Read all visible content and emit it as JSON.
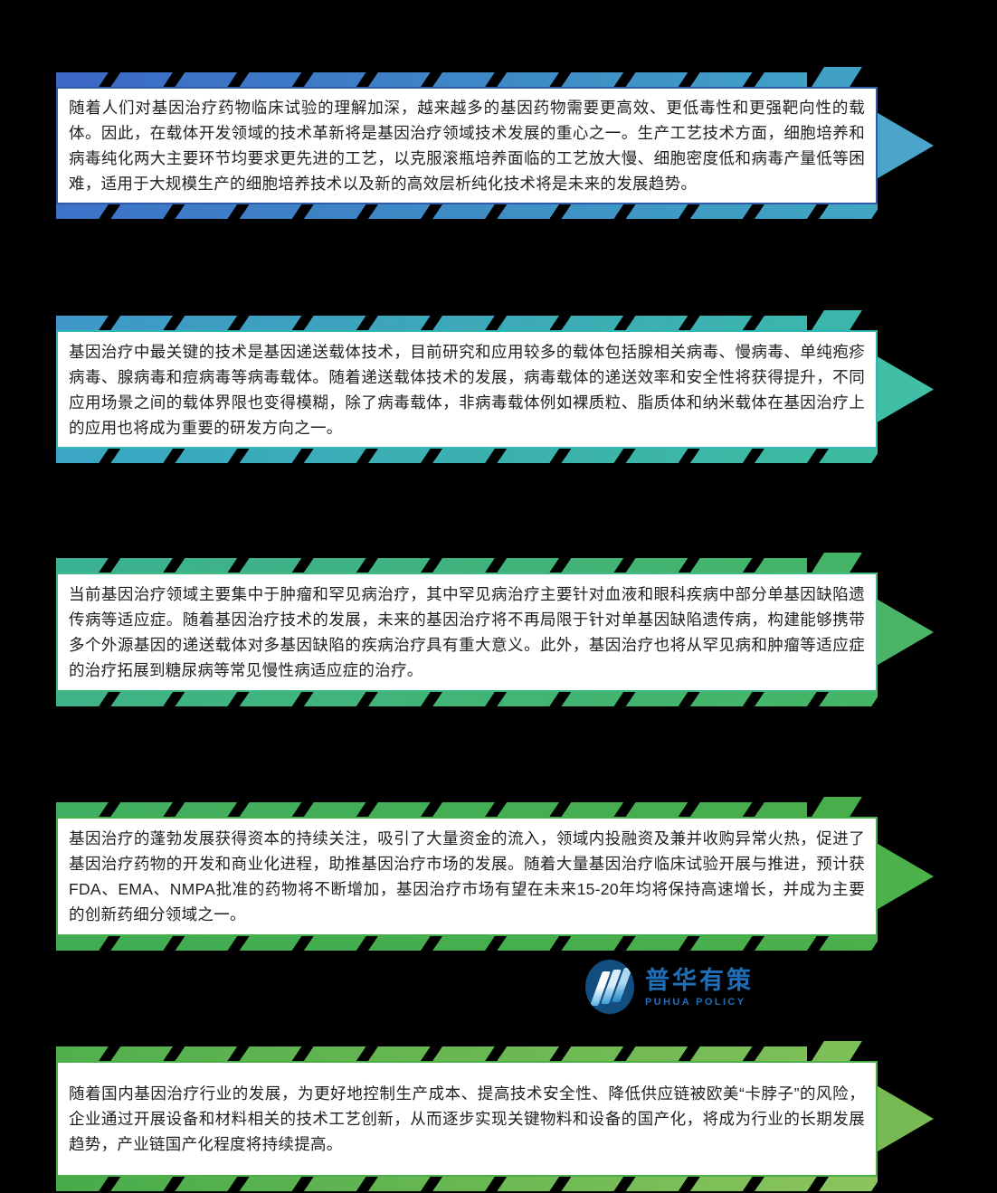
{
  "page": {
    "background": "#000000"
  },
  "logo": {
    "name_cn": "普华有策",
    "name_en": "PUHUA POLICY",
    "mark_color": "#124E80",
    "text_color": "#1F6EB8"
  },
  "sections": [
    {
      "text": "随着人们对基因治疗药物临床试验的理解加深，越来越多的基因药物需要更高效、更低毒性和更强靶向性的载体。因此，在载体开发领域的技术革新将是基因治疗领域技术发展的重心之一。生产工艺技术方面，细胞培养和病毒纯化两大主要环节均要求更先进的工艺，以克服滚瓶培养面临的工艺放大慢、细胞密度低和病毒产量低等困难，适用于大规模生产的细胞培养技术以及新的高效层析纯化技术将是未来的发展趋势。",
      "colors": {
        "border": "#2F5BA8",
        "arrow": "#4BA4C9",
        "stripe_top_from": "#3C68C6",
        "stripe_top_to": "#40A0C6",
        "stripe_bottom_from": "#3D72C8",
        "stripe_bottom_to": "#3FA6C2"
      }
    },
    {
      "text": "基因治疗中最关键的技术是基因递送载体技术，目前研究和应用较多的载体包括腺相关病毒、慢病毒、单纯疱疹病毒、腺病毒和痘病毒等病毒载体。随着递送载体技术的发展，病毒载体的递送效率和安全性将获得提升，不同应用场景之间的载体界限也变得模糊，除了病毒载体，非病毒载体例如裸质粒、脂质体和纳米载体在基因治疗上的应用也将成为重要的研发方向之一。",
      "colors": {
        "border": "#30B6B4",
        "arrow": "#40BFA6",
        "stripe_top_from": "#3E97C8",
        "stripe_top_to": "#3BB6AC",
        "stripe_bottom_from": "#3AA5C4",
        "stripe_bottom_to": "#3CBB9E"
      }
    },
    {
      "text": "当前基因治疗领域主要集中于肿瘤和罕见病治疗，其中罕见病治疗主要针对血液和眼科疾病中部分单基因缺陷遗传病等适应症。随着基因治疗技术的发展，未来的基因治疗将不再局限于针对单基因缺陷遗传病，构建能够携带多个外源基因的递送载体对多基因缺陷的疾病治疗具有重大意义。此外，基因治疗也将从罕见病和肿瘤等适应症的治疗拓展到糖尿病等常见慢性病适应症的治疗。",
      "colors": {
        "border": "#41B983",
        "arrow": "#4CB466",
        "stripe_top_from": "#3BB195",
        "stripe_top_to": "#43B468",
        "stripe_bottom_from": "#3DB388",
        "stripe_bottom_to": "#45B564"
      }
    },
    {
      "text": "基因治疗的蓬勃发展获得资本的持续关注，吸引了大量资金的流入，领域内投融资及兼并收购异常火热，促进了基因治疗药物的开发和商业化进程，助推基因治疗市场的发展。随着大量基因治疗临床试验开展与推进，预计获FDA、EMA、NMPA批准的药物将不断增加，基因治疗市场有望在未来15-20年均将保持高速增长，并成为主要的创新药细分领域之一。",
      "colors": {
        "border": "#43B04C",
        "arrow": "#4DB14B",
        "stripe_top_from": "#40AF62",
        "stripe_top_to": "#48AE4C",
        "stripe_bottom_from": "#41AC53",
        "stripe_bottom_to": "#4BAF4B"
      }
    },
    {
      "text": "随着国内基因治疗行业的发展，为更好地控制生产成本、提高技术安全性、降低供应链被欧美“卡脖子”的风险，企业通过开展设备和材料相关的技术工艺创新，从而逐步实现关键物料和设备的国产化，将成为行业的长期发展趋势，产业链国产化程度将持续提高。",
      "colors": {
        "border": "#4CAF4A",
        "arrow": "#77BA53",
        "stripe_top_from": "#51AF4D",
        "stripe_top_to": "#7DBE57",
        "stripe_bottom_from": "#46AB4A",
        "stripe_bottom_to": "#8CC45C"
      }
    }
  ]
}
